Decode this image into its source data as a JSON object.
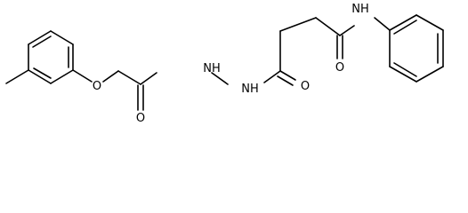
{
  "molecule": {
    "atom_labels": {
      "ether_oxygen": "O",
      "carbonyl_oxygen_left": "O",
      "hydrazide_nh_left": "NH",
      "hydrazide_nh_right": "NH",
      "carbonyl_oxygen_middle": "O",
      "carbonyl_oxygen_right": "O",
      "amide_nh": "NH"
    }
  }
}
